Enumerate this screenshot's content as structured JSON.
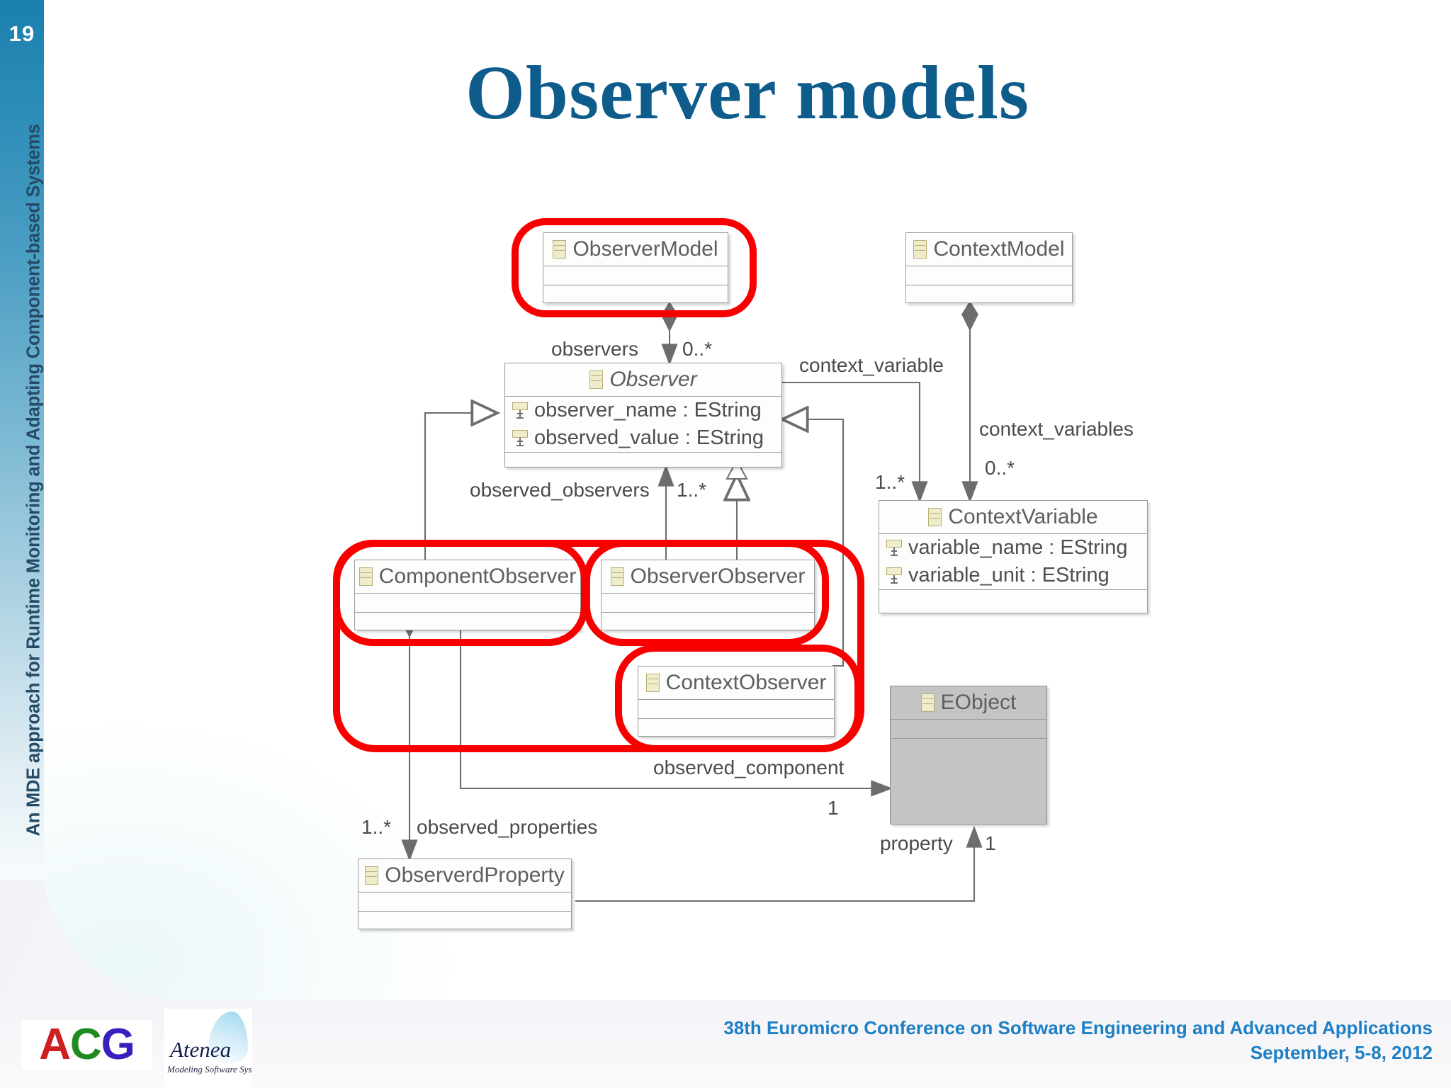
{
  "slide": {
    "number": "19",
    "side_caption": "An MDE approach for Runtime Monitoring and Adapting Component-based Systems",
    "title": "Observer models"
  },
  "footer": {
    "conference_line1": "38th Euromicro Conference on Software Engineering and Advanced Applications",
    "conference_line2": "September, 5-8, 2012",
    "logo_acg_a": "A",
    "logo_acg_c": "C",
    "logo_acg_g": "G",
    "logo_atenea_word": "Atenea",
    "logo_atenea_tagline": "Modeling Software Systems"
  },
  "diagram": {
    "type": "uml-class-diagram",
    "classes": [
      {
        "id": "ObserverModel",
        "name": "ObserverModel",
        "abstract": false,
        "fill": "white",
        "attributes": []
      },
      {
        "id": "ContextModel",
        "name": "ContextModel",
        "abstract": false,
        "fill": "white",
        "attributes": []
      },
      {
        "id": "Observer",
        "name": "Observer",
        "abstract": true,
        "fill": "white",
        "attributes": [
          "observer_name : EString",
          "observed_value : EString"
        ]
      },
      {
        "id": "ContextVariable",
        "name": "ContextVariable",
        "abstract": false,
        "fill": "white",
        "attributes": [
          "variable_name : EString",
          "variable_unit : EString"
        ]
      },
      {
        "id": "ComponentObserver",
        "name": "ComponentObserver",
        "abstract": false,
        "fill": "white",
        "attributes": []
      },
      {
        "id": "ObserverObserver",
        "name": "ObserverObserver",
        "abstract": false,
        "fill": "white",
        "attributes": []
      },
      {
        "id": "ContextObserver",
        "name": "ContextObserver",
        "abstract": false,
        "fill": "white",
        "attributes": []
      },
      {
        "id": "EObject",
        "name": "EObject",
        "abstract": false,
        "fill": "gray",
        "attributes": []
      },
      {
        "id": "ObserverdProperty",
        "name": "ObserverdProperty",
        "abstract": false,
        "fill": "white",
        "attributes": []
      }
    ],
    "edge_labels": [
      {
        "id": "observers",
        "text": "observers"
      },
      {
        "id": "observers_mult",
        "text": "0..*"
      },
      {
        "id": "context_variable",
        "text": "context_variable"
      },
      {
        "id": "context_variables",
        "text": "context_variables"
      },
      {
        "id": "context_variables_mult",
        "text": "0..*"
      },
      {
        "id": "context_variable_mult",
        "text": "1..*"
      },
      {
        "id": "observed_observers",
        "text": "observed_observers"
      },
      {
        "id": "observed_observers_mult",
        "text": "1..*"
      },
      {
        "id": "observed_component",
        "text": "observed_component"
      },
      {
        "id": "observed_component_mult",
        "text": "1"
      },
      {
        "id": "observed_properties",
        "text": "observed_properties"
      },
      {
        "id": "observed_properties_mult",
        "text": "1..*"
      },
      {
        "id": "property",
        "text": "property"
      },
      {
        "id": "property_mult",
        "text": "1"
      }
    ],
    "highlights": [
      {
        "id": "highlight-observermodel",
        "target": "ObserverModel"
      },
      {
        "id": "highlight-componentobserver",
        "target": "ComponentObserver"
      },
      {
        "id": "highlight-observerobserver",
        "target": "ObserverObserver"
      },
      {
        "id": "highlight-contextobserver",
        "target": "ContextObserver"
      }
    ]
  },
  "colors": {
    "title": "#0d5c8c",
    "highlight": "#f80000",
    "sidebar_top": "#1b7fae",
    "footer_text": "#1e7fc4"
  }
}
